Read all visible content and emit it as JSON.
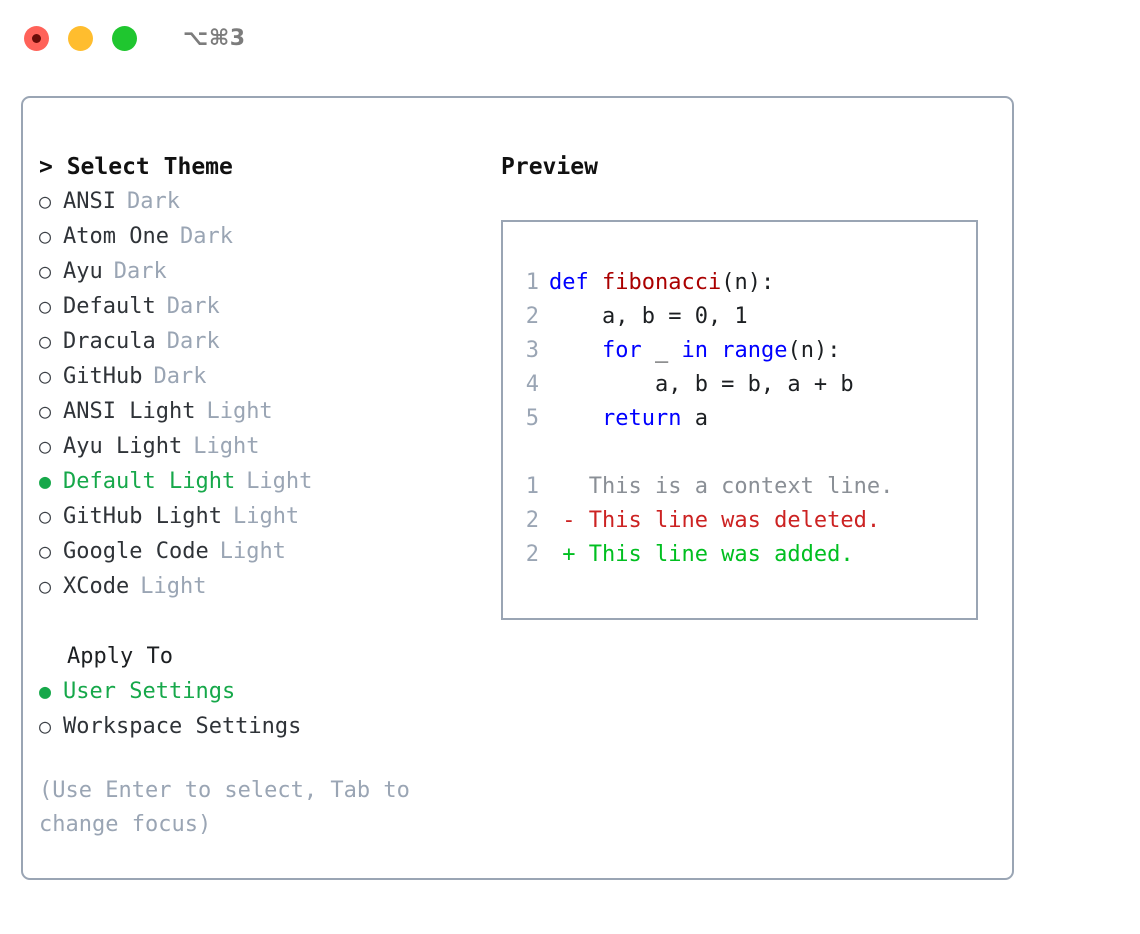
{
  "titlebar": {
    "shortcut": "⌥⌘3",
    "lights": [
      {
        "name": "close-button",
        "color": "#ff6259"
      },
      {
        "name": "minimize-button",
        "color": "#ffbd2e"
      },
      {
        "name": "maximize-button",
        "color": "#1fc62f"
      }
    ]
  },
  "theme_list": {
    "title": "> Select Theme",
    "marker_unselected": "○",
    "marker_selected": "●",
    "items": [
      {
        "name": "ANSI",
        "suffix": "Dark",
        "selected": false
      },
      {
        "name": "Atom One",
        "suffix": "Dark",
        "selected": false
      },
      {
        "name": "Ayu",
        "suffix": "Dark",
        "selected": false
      },
      {
        "name": "Default",
        "suffix": "Dark",
        "selected": false
      },
      {
        "name": "Dracula",
        "suffix": "Dark",
        "selected": false
      },
      {
        "name": "GitHub",
        "suffix": "Dark",
        "selected": false
      },
      {
        "name": "ANSI Light",
        "suffix": "Light",
        "selected": false
      },
      {
        "name": "Ayu Light",
        "suffix": "Light",
        "selected": false
      },
      {
        "name": "Default Light",
        "suffix": "Light",
        "selected": true
      },
      {
        "name": "GitHub Light",
        "suffix": "Light",
        "selected": false
      },
      {
        "name": "Google Code",
        "suffix": "Light",
        "selected": false
      },
      {
        "name": "XCode",
        "suffix": "Light",
        "selected": false
      }
    ]
  },
  "apply_to": {
    "label": "Apply To",
    "items": [
      {
        "name": "User Settings",
        "selected": true
      },
      {
        "name": "Workspace Settings",
        "selected": false
      }
    ]
  },
  "hint": "(Use Enter to select, Tab to change focus)",
  "preview": {
    "title": "Preview",
    "code_lines": [
      {
        "num": "1",
        "tokens": [
          {
            "t": "def ",
            "c": "kw"
          },
          {
            "t": "fibonacci",
            "c": "fn"
          },
          {
            "t": "(n):",
            "c": "plain"
          }
        ]
      },
      {
        "num": "2",
        "tokens": [
          {
            "t": "    a, b = 0, 1",
            "c": "plain"
          }
        ]
      },
      {
        "num": "3",
        "tokens": [
          {
            "t": "    ",
            "c": "plain"
          },
          {
            "t": "for",
            "c": "kw"
          },
          {
            "t": " _ ",
            "c": "plain"
          },
          {
            "t": "in",
            "c": "kw"
          },
          {
            "t": " ",
            "c": "plain"
          },
          {
            "t": "range",
            "c": "kw"
          },
          {
            "t": "(n):",
            "c": "plain"
          }
        ]
      },
      {
        "num": "4",
        "tokens": [
          {
            "t": "        a, b = b, a + b",
            "c": "plain"
          }
        ]
      },
      {
        "num": "5",
        "tokens": [
          {
            "t": "    ",
            "c": "plain"
          },
          {
            "t": "return",
            "c": "kw"
          },
          {
            "t": " a",
            "c": "plain"
          }
        ]
      }
    ],
    "diff_lines": [
      {
        "num": "1",
        "text": "   This is a context line.",
        "kind": "ctx"
      },
      {
        "num": "2",
        "text": " - This line was deleted.",
        "kind": "del"
      },
      {
        "num": "2",
        "text": " + This line was added.",
        "kind": "add"
      }
    ]
  },
  "colors": {
    "accent_green": "#16a84a",
    "border": "#9aa5b4",
    "muted": "#9aa5b4",
    "keyword_blue": "#0000ff",
    "function_red": "#aa0000",
    "diff_deleted": "#cc2222",
    "diff_added": "#00bf20"
  }
}
